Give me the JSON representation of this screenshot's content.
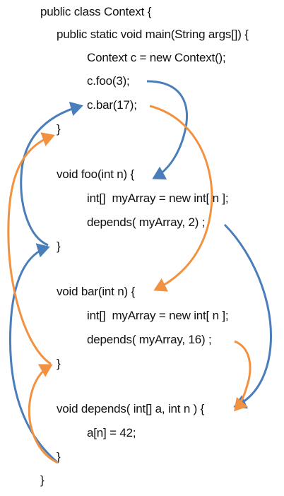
{
  "code": {
    "class_decl": "public class Context {",
    "main_decl": "public static void main(String args[]) {",
    "main_new": "Context c = new Context();",
    "main_foo_call": "c.foo(3);",
    "main_bar_call": "c.bar(17);",
    "main_close": "}",
    "foo_decl": "void foo(int n) {",
    "foo_array": "int[]  myArray = new int[ n ];",
    "foo_depends": "depends( myArray, 2) ;",
    "foo_close": "}",
    "bar_decl": "void bar(int n) {",
    "bar_array": "int[]  myArray = new int[ n ];",
    "bar_depends": "depends( myArray, 16) ;",
    "bar_close": "}",
    "depends_decl": "void depends( int[] a, int n ) {",
    "depends_assign": "a[n] = 42;",
    "depends_close": "}",
    "class_close": "}"
  },
  "colors": {
    "foo_flow": "#4a7ebb",
    "bar_flow": "#f29241",
    "text": "#111111"
  }
}
